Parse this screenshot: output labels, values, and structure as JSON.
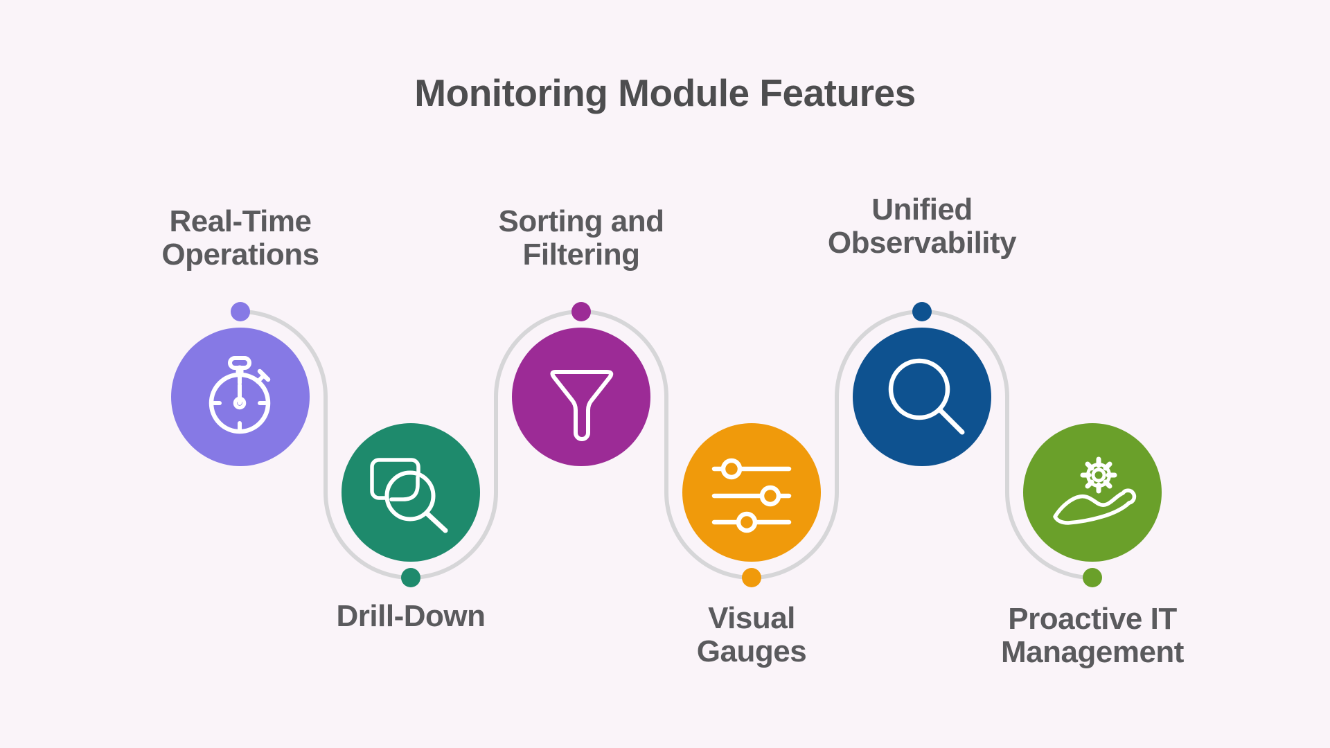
{
  "title": "Monitoring Module Features",
  "connector": {
    "color": "#D6D6D8"
  },
  "colors": {
    "background": "#FAF4F9",
    "title_text": "#4D4D4F",
    "label_text": "#5A5A5D",
    "icon_stroke": "#FFFFFF"
  },
  "nodes": [
    {
      "label": "Real-Time Operations",
      "label_lines": [
        "Real-Time",
        "Operations"
      ],
      "icon": "stopwatch-icon",
      "color": "#8679E5",
      "position": "top"
    },
    {
      "label": "Drill-Down",
      "label_lines": [
        "Drill-Down"
      ],
      "icon": "drill-down-icon",
      "color": "#1E8A6C",
      "position": "bottom"
    },
    {
      "label": "Sorting and Filtering",
      "label_lines": [
        "Sorting and",
        "Filtering"
      ],
      "icon": "funnel-icon",
      "color": "#9C2B96",
      "position": "top"
    },
    {
      "label": "Visual Gauges",
      "label_lines": [
        "Visual",
        "Gauges"
      ],
      "icon": "sliders-icon",
      "color": "#F09A0B",
      "position": "bottom"
    },
    {
      "label": "Unified Observability",
      "label_lines": [
        "Unified",
        "Observability"
      ],
      "icon": "search-icon",
      "color": "#0E5290",
      "position": "top"
    },
    {
      "label": "Proactive IT Management",
      "label_lines": [
        "Proactive IT",
        "Management"
      ],
      "icon": "hand-gear-icon",
      "color": "#6AA02A",
      "position": "bottom"
    }
  ]
}
